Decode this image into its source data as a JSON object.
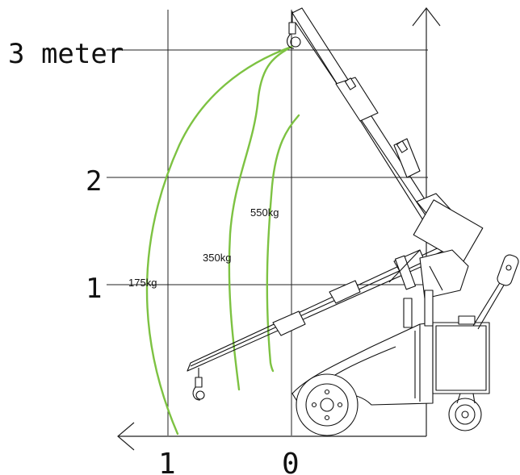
{
  "y_axis": {
    "labels": [
      "3 meter",
      "2",
      "1"
    ]
  },
  "x_axis": {
    "labels": [
      "1",
      "0"
    ]
  },
  "load_curves": [
    {
      "label": "175kg"
    },
    {
      "label": "350kg"
    },
    {
      "label": "550kg"
    }
  ],
  "colors": {
    "curve": "#7dc242",
    "line": "#111111"
  }
}
